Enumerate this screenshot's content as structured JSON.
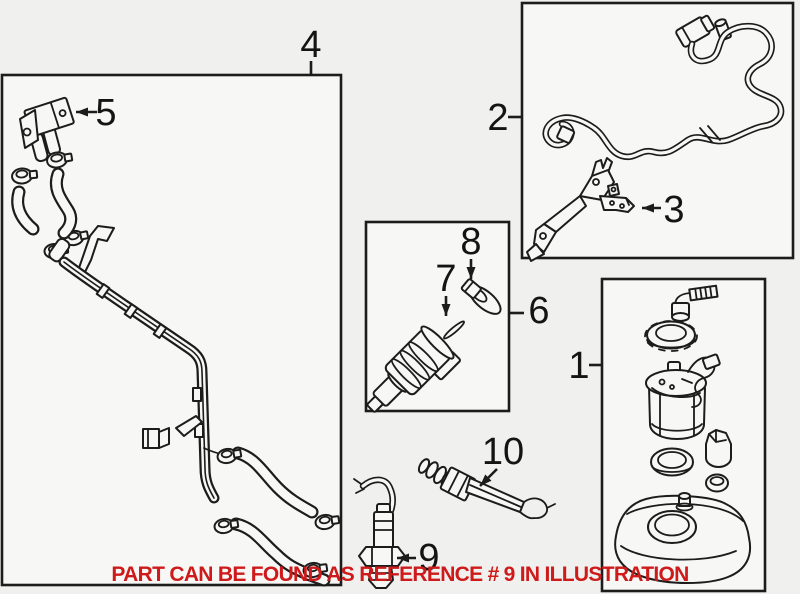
{
  "banner": {
    "text": "PART CAN BE FOUND AS REFERENCE # 9 IN ILLUSTRATION"
  },
  "callouts": {
    "c1": {
      "label": "1"
    },
    "c2": {
      "label": "2"
    },
    "c3": {
      "label": "3"
    },
    "c4": {
      "label": "4"
    },
    "c5": {
      "label": "5"
    },
    "c6": {
      "label": "6"
    },
    "c7": {
      "label": "7"
    },
    "c8": {
      "label": "8"
    },
    "c9": {
      "label": "9"
    },
    "c10": {
      "label": "10"
    }
  },
  "colors": {
    "banner_red": "#ce1a1a",
    "line": "#1c1c1c",
    "background": "#f0f0ee",
    "panel": "#f7f7f5"
  }
}
